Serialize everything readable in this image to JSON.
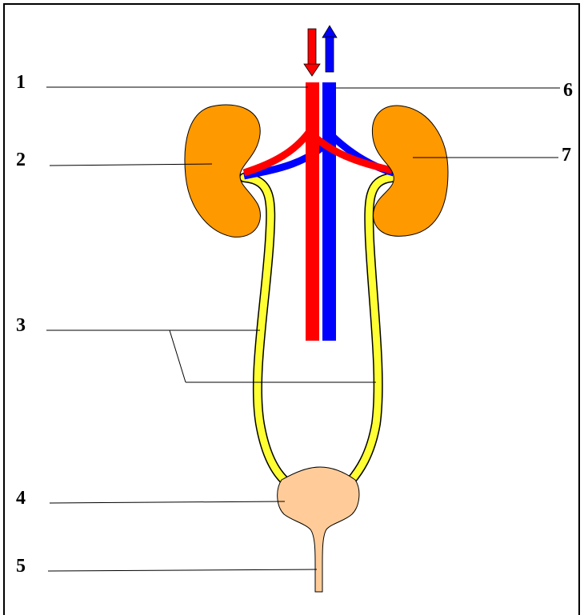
{
  "labels": {
    "n1": "1",
    "n2": "2",
    "n3": "3",
    "n4": "4",
    "n5": "5",
    "n6": "6",
    "n7": "7"
  },
  "colors": {
    "kidney": "#FF9900",
    "ureter": "#FFFF33",
    "bladder": "#FFCC99",
    "artery": "#FF0000",
    "vein": "#0000FF",
    "outline": "#000000"
  }
}
